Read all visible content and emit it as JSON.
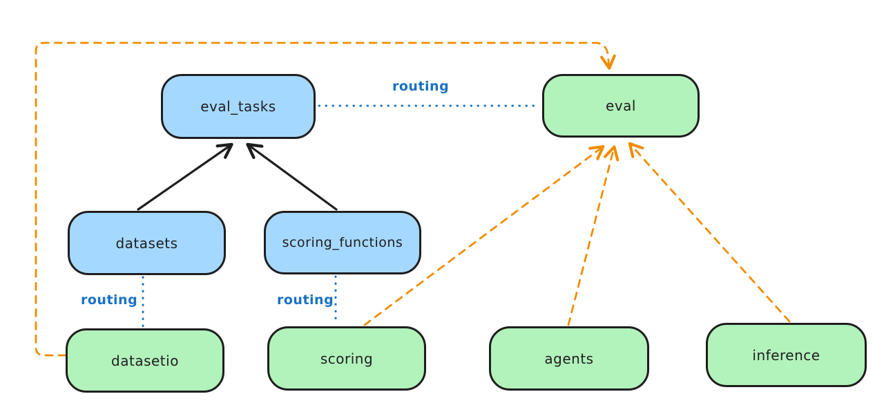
{
  "diagram": {
    "colors": {
      "blue_fill": "#a5d8ff",
      "green_fill": "#b2f2bb",
      "stroke": "#1e1e1e",
      "orange_accent": "#f08c00",
      "routing_blue": "#1971c2"
    },
    "nodes": [
      {
        "id": "eval_tasks",
        "label": "eval_tasks",
        "color": "blue"
      },
      {
        "id": "eval",
        "label": "eval",
        "color": "green"
      },
      {
        "id": "datasets",
        "label": "datasets",
        "color": "blue"
      },
      {
        "id": "scoring_functions",
        "label": "scoring_functions",
        "color": "blue"
      },
      {
        "id": "datasetio",
        "label": "datasetio",
        "color": "green"
      },
      {
        "id": "scoring",
        "label": "scoring",
        "color": "green"
      },
      {
        "id": "agents",
        "label": "agents",
        "color": "green"
      },
      {
        "id": "inference",
        "label": "inference",
        "color": "green"
      }
    ],
    "edge_labels": [
      {
        "id": "routing-top",
        "text": "routing"
      },
      {
        "id": "routing-datasets",
        "text": "routing"
      },
      {
        "id": "routing-scoring",
        "text": "routing"
      }
    ],
    "edges": [
      {
        "from": "datasets",
        "to": "eval_tasks",
        "style": "solid-black-arrow"
      },
      {
        "from": "scoring_functions",
        "to": "eval_tasks",
        "style": "solid-black-arrow"
      },
      {
        "from": "eval_tasks",
        "to": "eval",
        "style": "dotted-blue",
        "label": "routing"
      },
      {
        "from": "datasets",
        "to": "datasetio",
        "style": "dotted-blue",
        "label": "routing"
      },
      {
        "from": "scoring_functions",
        "to": "scoring",
        "style": "dotted-blue",
        "label": "routing"
      },
      {
        "from": "datasetio",
        "to": "eval",
        "style": "dashed-orange-arrow"
      },
      {
        "from": "scoring",
        "to": "eval",
        "style": "dashed-orange-arrow"
      },
      {
        "from": "agents",
        "to": "eval",
        "style": "dashed-orange-arrow"
      },
      {
        "from": "inference",
        "to": "eval",
        "style": "dashed-orange-arrow"
      }
    ]
  }
}
